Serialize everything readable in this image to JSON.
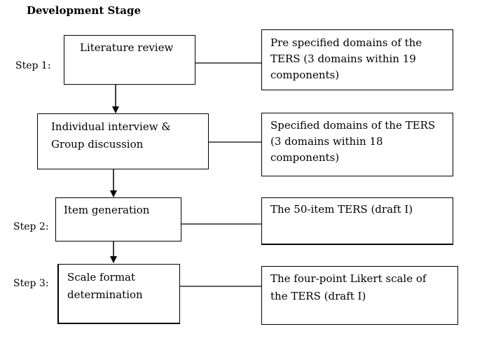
{
  "title": "Development Stage",
  "steps": {
    "step1": "Step 1:",
    "step2": "Step 2:",
    "step3": "Step 3:"
  },
  "process": {
    "literature_review": "Literature review",
    "interview_line1": "Individual interview &",
    "interview_line2": "Group discussion",
    "item_generation": "Item generation",
    "scale_line1": "Scale format",
    "scale_line2": "determination"
  },
  "outputs": {
    "o1_line1": "Pre specified domains of the",
    "o1_line2": "TERS (3 domains within 19",
    "o1_line3": "components)",
    "o2_line1": "Specified domains of the TERS",
    "o2_line2": "(3 domains within 18",
    "o2_line3": "components)",
    "o3_line1": "The 50-item TERS (draft I)",
    "o4_line1": "The four-point Likert scale of",
    "o4_line2": "the TERS (draft I)"
  }
}
